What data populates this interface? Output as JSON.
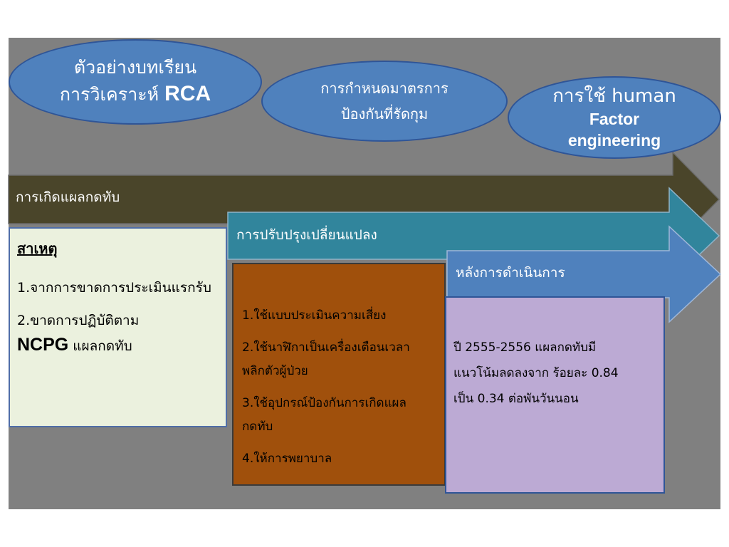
{
  "ellipses": {
    "rca": {
      "line1": "ตัวอย่างบทเรียน",
      "line2_prefix": "การวิเคราะห์",
      "line2_bold": "RCA"
    },
    "measures": {
      "line1": "การกำหนดมาตรการ",
      "line2": "ป้องกันที่รัดกุม"
    },
    "human_factor": {
      "line1": "การใช้ human",
      "line2": "Factor",
      "line3": "engineering"
    }
  },
  "arrows": {
    "incident": "การเกิดแผลกดทับ",
    "change": "การปรับปรุงเปลี่ยนแปลง",
    "after": "หลังการดำเนินการ"
  },
  "cause_box": {
    "title": "สาเหตุ",
    "item1": "1.จากการขาดการประเมินแรกรับ",
    "item2_prefix": "2.ขาดการปฏิบัติตาม",
    "item2_bold": "NCPG",
    "item2_suffix": " แผลกดทับ"
  },
  "change_box": {
    "item1": "1.ใช้แบบประเมินความเสี่ยง",
    "item2_a": "2.ใช้นาฬิกาเป็นเครื่องเตือนเวลา",
    "item2_b": "พลิกตัวผู้ป่วย",
    "item3_a": "3.ใช้อุปกรณ์ป้องกันการเกิดแผล",
    "item3_b": "กดทับ",
    "item4": "4.ให้การพยาบาล"
  },
  "result_box": {
    "line1": "ปี 2555-2556 แผลกดทับมี",
    "line2": "แนวโน้มลดลงจาก ร้อยละ 0.84",
    "line3": "เป็น 0.34 ต่อพันวันนอน"
  },
  "colors": {
    "ellipse": "#4f81bd",
    "arrow_incident": "#4a452a",
    "arrow_change": "#31859c",
    "arrow_after": "#4f81bd",
    "cause_box": "#ebf1de",
    "change_box": "#a0500c",
    "result_box": "#bcaad4"
  }
}
